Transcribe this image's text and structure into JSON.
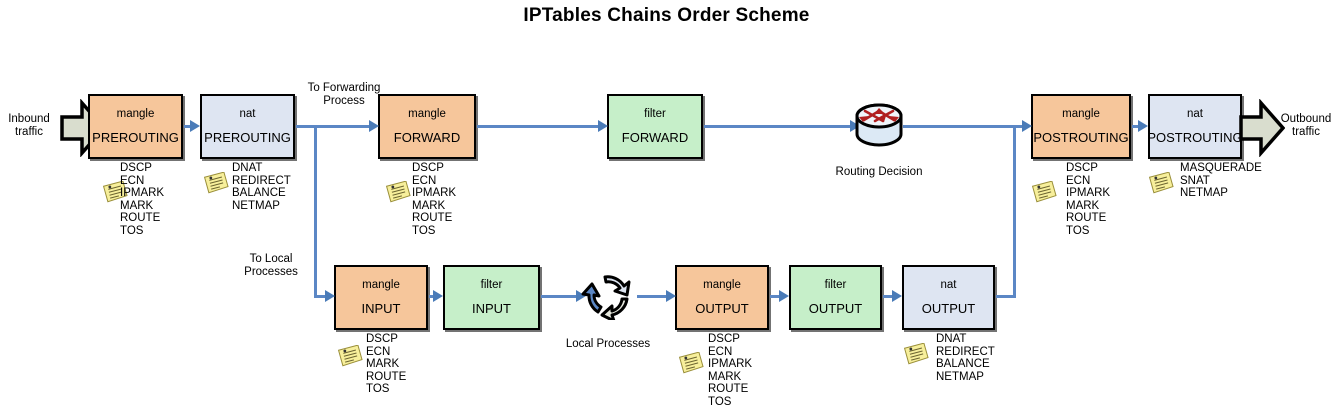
{
  "title": "IPTables Chains Order Scheme",
  "colors": {
    "mangle": "#F6C69B",
    "nat": "#DEE5F2",
    "filter": "#C6EFC9",
    "connector": "#5B87C5",
    "block_arrow": "#D9DDCE",
    "note": "#F7EF9B",
    "router_arrows": "#B02020"
  },
  "endpoints": {
    "inbound_label": "Inbound\ntraffic",
    "outbound_label": "Outbound\ntraffic"
  },
  "branch_labels": {
    "to_forwarding": "To Forwarding\nProcess",
    "to_local": "To Local\nProcesses"
  },
  "glyphs": {
    "routing_decision": {
      "name": "router-icon",
      "caption": "Routing Decision"
    },
    "local_processes": {
      "name": "process-cycle-icon",
      "caption": "Local Processes"
    }
  },
  "chains": [
    {
      "id": "mangle-prerouting",
      "table": "mangle",
      "chain": "PREROUTING",
      "type": "mangle"
    },
    {
      "id": "nat-prerouting",
      "table": "nat",
      "chain": "PREROUTING",
      "type": "nat"
    },
    {
      "id": "mangle-forward",
      "table": "mangle",
      "chain": "FORWARD",
      "type": "mangle"
    },
    {
      "id": "filter-forward",
      "table": "filter",
      "chain": "FORWARD",
      "type": "filter"
    },
    {
      "id": "mangle-postrouting",
      "table": "mangle",
      "chain": "POSTROUTING",
      "type": "mangle"
    },
    {
      "id": "nat-postrouting",
      "table": "nat",
      "chain": "POSTROUTING",
      "type": "nat"
    },
    {
      "id": "mangle-input",
      "table": "mangle",
      "chain": "INPUT",
      "type": "mangle"
    },
    {
      "id": "filter-input",
      "table": "filter",
      "chain": "INPUT",
      "type": "filter"
    },
    {
      "id": "mangle-output",
      "table": "mangle",
      "chain": "OUTPUT",
      "type": "mangle"
    },
    {
      "id": "filter-output",
      "table": "filter",
      "chain": "OUTPUT",
      "type": "filter"
    },
    {
      "id": "nat-output",
      "table": "nat",
      "chain": "OUTPUT",
      "type": "nat"
    }
  ],
  "targets": {
    "mangle_prerouting": "DSCP\nECN\nIPMARK\nMARK\nROUTE\nTOS",
    "nat_prerouting": "DNAT\nREDIRECT\nBALANCE\nNETMAP",
    "mangle_forward": "DSCP\nECN\nIPMARK\nMARK\nROUTE\nTOS",
    "mangle_postrouting": "DSCP\nECN\nIPMARK\nMARK\nROUTE\nTOS",
    "nat_postrouting": "MASQUERADE\nSNAT\nNETMAP",
    "mangle_input": "DSCP\nECN\nMARK\nROUTE\nTOS",
    "mangle_output": "DSCP\nECN\nIPMARK\nMARK\nROUTE\nTOS",
    "nat_output": "DNAT\nREDIRECT\nBALANCE\nNETMAP"
  }
}
